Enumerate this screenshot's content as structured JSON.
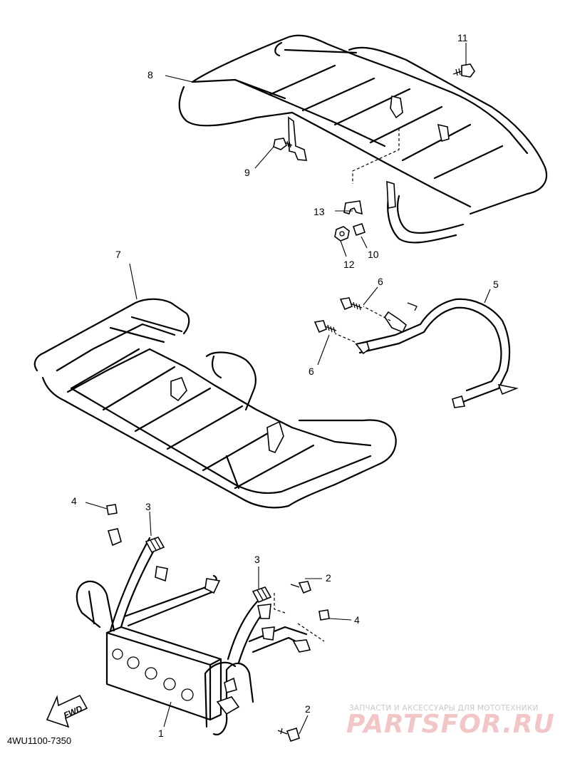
{
  "diagram": {
    "code": "4WU1100-7350",
    "fwd_label": "FWD",
    "callouts": [
      "1",
      "2",
      "2",
      "3",
      "3",
      "4",
      "4",
      "5",
      "6",
      "6",
      "7",
      "8",
      "9",
      "10",
      "11",
      "12",
      "13"
    ]
  },
  "watermark": {
    "line1": "ЗАПЧАСТИ И АКСЕССУАРЫ ДЛЯ МОТОТЕХНИКИ",
    "logo": "PARTSFOR.RU"
  }
}
